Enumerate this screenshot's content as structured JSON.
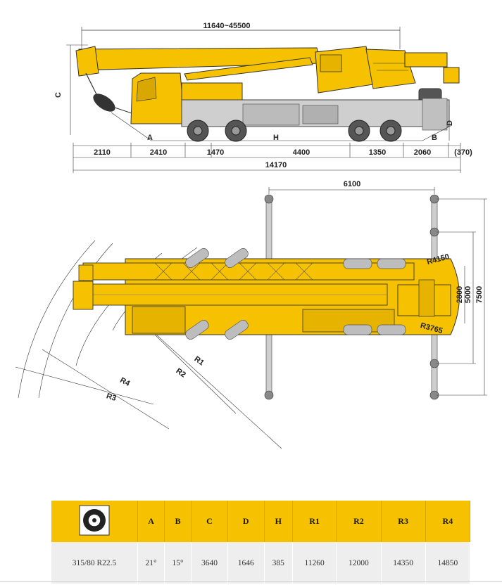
{
  "side_view": {
    "dims_top": {
      "boom_length": "11640~45500"
    },
    "dims_bottom_row": [
      "2110",
      "2410",
      "1470",
      "4400",
      "1350",
      "2060",
      "(370)"
    ],
    "dims_total": "14170",
    "labels": {
      "C": "C",
      "A": "A",
      "H": "H",
      "B": "B",
      "D": "D"
    }
  },
  "top_view": {
    "outrigger_length": "6100",
    "height_dims": [
      "2800",
      "5000",
      "7500"
    ],
    "radius_labels": {
      "r4150": "R4150",
      "r3765": "R3765",
      "R1": "R1",
      "R2": "R2",
      "R3": "R3",
      "R4": "R4"
    }
  },
  "colors": {
    "crane_yellow": "#f6c200",
    "outline": "#333333",
    "table_header": "#f6c200",
    "table_row": "#eeeeee"
  },
  "table": {
    "tire_icon": "tire-icon",
    "headers": [
      "A",
      "B",
      "C",
      "D",
      "H",
      "R1",
      "R2",
      "R3",
      "R4"
    ],
    "row": [
      "315/80 R22.5",
      "21°",
      "15°",
      "3640",
      "1646",
      "385",
      "11260",
      "12000",
      "14350",
      "14850"
    ]
  }
}
